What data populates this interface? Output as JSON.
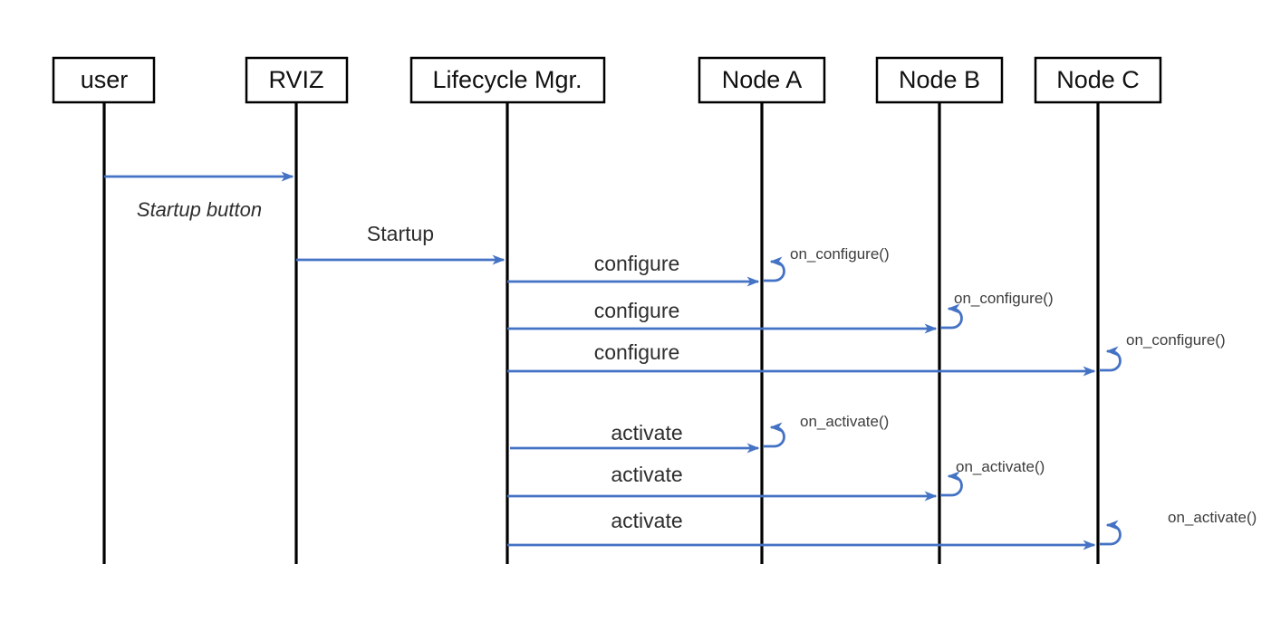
{
  "diagram": {
    "type": "sequence-diagram",
    "accent_color": "#4472C4",
    "line_color": "#000000",
    "background_color": "#ffffff",
    "actors": [
      {
        "name": "user"
      },
      {
        "name": "RVIZ"
      },
      {
        "name": "Lifecycle Mgr."
      },
      {
        "name": "Node A"
      },
      {
        "name": "Node B"
      },
      {
        "name": "Node C"
      }
    ],
    "messages": [
      {
        "from": "user",
        "to": "RVIZ",
        "label": "Startup button",
        "label_style": "italic",
        "label_position": "below"
      },
      {
        "from": "RVIZ",
        "to": "Lifecycle Mgr.",
        "label": "Startup",
        "label_style": "normal",
        "label_position": "above"
      },
      {
        "from": "Lifecycle Mgr.",
        "to": "Node A",
        "label": "configure",
        "label_style": "normal",
        "label_position": "above"
      },
      {
        "from": "Lifecycle Mgr.",
        "to": "Node B",
        "label": "configure",
        "label_style": "normal",
        "label_position": "above"
      },
      {
        "from": "Lifecycle Mgr.",
        "to": "Node C",
        "label": "configure",
        "label_style": "normal",
        "label_position": "above"
      },
      {
        "from": "Lifecycle Mgr.",
        "to": "Node A",
        "label": "activate",
        "label_style": "normal",
        "label_position": "above"
      },
      {
        "from": "Lifecycle Mgr.",
        "to": "Node B",
        "label": "activate",
        "label_style": "normal",
        "label_position": "above"
      },
      {
        "from": "Lifecycle Mgr.",
        "to": "Node C",
        "label": "activate",
        "label_style": "normal",
        "label_position": "above"
      }
    ],
    "self_calls": [
      {
        "actor": "Node A",
        "label": "on_configure()"
      },
      {
        "actor": "Node B",
        "label": "on_configure()"
      },
      {
        "actor": "Node C",
        "label": "on_configure()"
      },
      {
        "actor": "Node A",
        "label": "on_activate()"
      },
      {
        "actor": "Node B",
        "label": "on_activate()"
      },
      {
        "actor": "Node C",
        "label": "on_activate()"
      }
    ]
  }
}
